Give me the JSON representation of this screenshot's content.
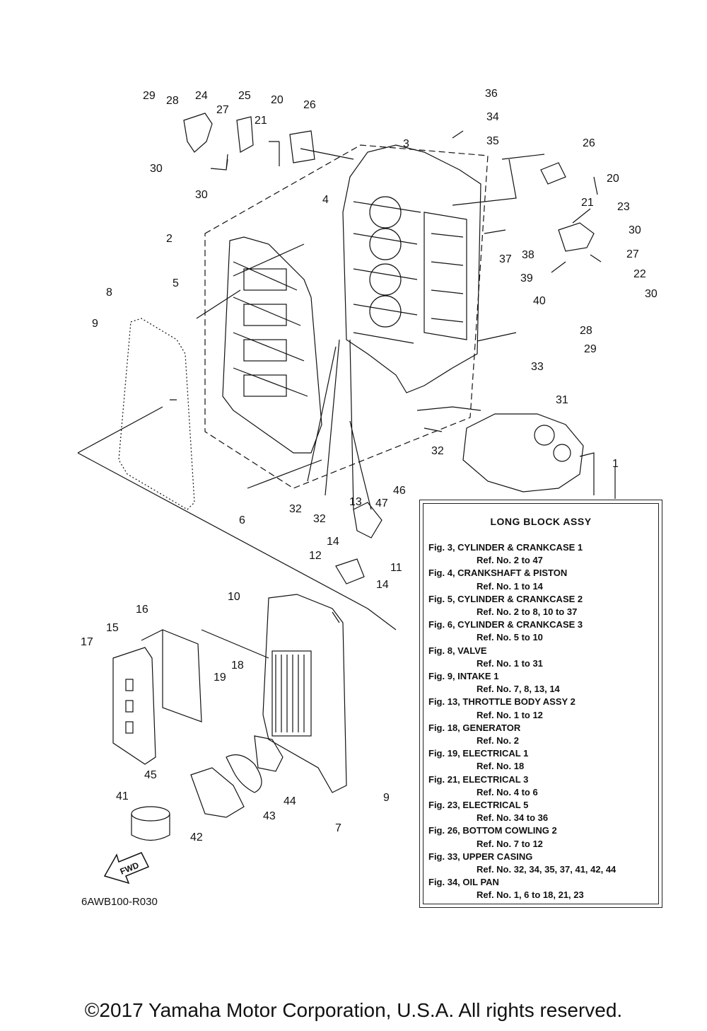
{
  "callouts": [
    "1",
    "2",
    "3",
    "4",
    "5",
    "6",
    "7",
    "8",
    "9",
    "9",
    "10",
    "11",
    "12",
    "13",
    "14",
    "14",
    "15",
    "16",
    "17",
    "18",
    "19",
    "20",
    "20",
    "21",
    "21",
    "22",
    "23",
    "24",
    "25",
    "26",
    "26",
    "27",
    "27",
    "28",
    "28",
    "29",
    "29",
    "30",
    "30",
    "30",
    "30",
    "31",
    "32",
    "32",
    "32",
    "33",
    "34",
    "35",
    "36",
    "37",
    "38",
    "39",
    "40",
    "41",
    "42",
    "43",
    "44",
    "45",
    "46",
    "47"
  ],
  "reference_box": {
    "title": "LONG BLOCK ASSY",
    "entries": [
      {
        "fig": "Fig. 3, CYLINDER & CRANKCASE 1",
        "ref": "Ref. No. 2 to 47"
      },
      {
        "fig": "Fig. 4, CRANKSHAFT & PISTON",
        "ref": "Ref. No. 1 to 14"
      },
      {
        "fig": "Fig. 5, CYLINDER & CRANKCASE 2",
        "ref": "Ref. No. 2 to 8, 10 to 37"
      },
      {
        "fig": "Fig. 6, CYLINDER & CRANKCASE 3",
        "ref": "Ref. No. 5 to 10"
      },
      {
        "fig": "Fig. 8, VALVE",
        "ref": "Ref. No. 1 to 31"
      },
      {
        "fig": "Fig. 9, INTAKE 1",
        "ref": "Ref. No. 7, 8, 13, 14"
      },
      {
        "fig": "Fig. 13, THROTTLE BODY ASSY 2",
        "ref": "Ref. No. 1 to 12"
      },
      {
        "fig": "Fig. 18, GENERATOR",
        "ref": "Ref. No. 2"
      },
      {
        "fig": "Fig. 19, ELECTRICAL 1",
        "ref": "Ref. No. 18"
      },
      {
        "fig": "Fig. 21, ELECTRICAL 3",
        "ref": "Ref. No. 4 to 6"
      },
      {
        "fig": "Fig. 23, ELECTRICAL 5",
        "ref": "Ref. No. 34 to 36"
      },
      {
        "fig": "Fig. 26, BOTTOM COWLING 2",
        "ref": "Ref. No. 7 to 12"
      },
      {
        "fig": "Fig. 33, UPPER CASING",
        "ref": "Ref. No. 32, 34, 35, 37, 41, 42, 44"
      },
      {
        "fig": "Fig. 34, OIL PAN",
        "ref": "Ref. No. 1, 6 to 18, 21, 23"
      }
    ]
  },
  "fwd_label": "FWD",
  "diagram_code": "6AWB100-R030",
  "copyright": "©2017 Yamaha Motor Corporation, U.S.A. All rights reserved."
}
